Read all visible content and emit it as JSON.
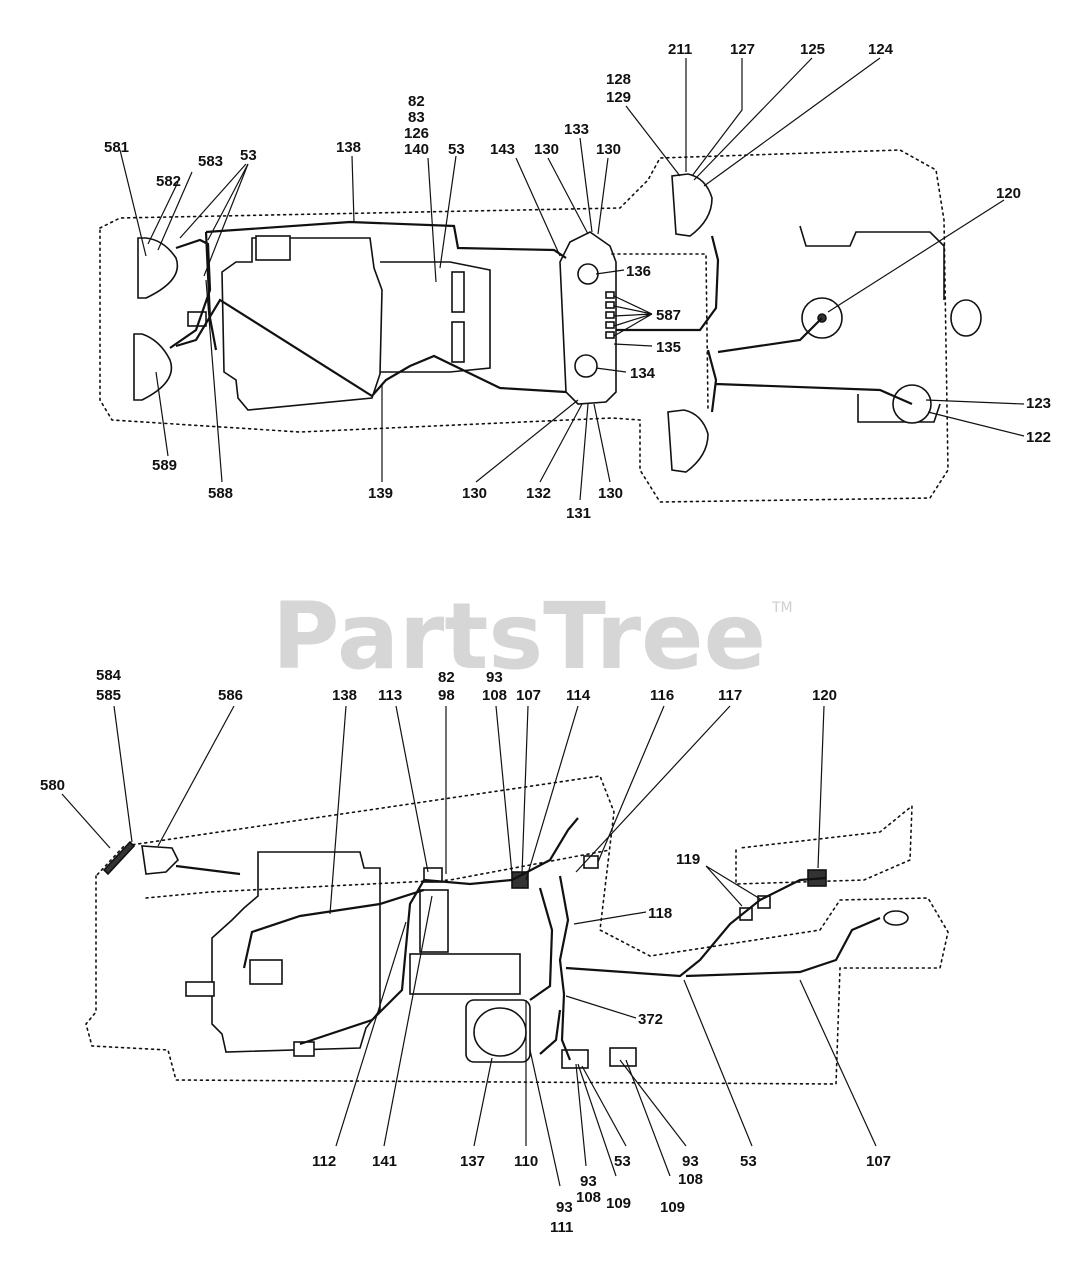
{
  "watermark": {
    "text": "PartsTree",
    "trademark": "TM"
  },
  "top_view_labels": {
    "l581": "581",
    "l582": "582",
    "l583": "583",
    "l53a": "53",
    "l138": "138",
    "l82": "82",
    "l83": "83",
    "l126": "126",
    "l140": "140",
    "l53b": "53",
    "l143": "143",
    "l130a": "130",
    "l133": "133",
    "l130b": "130",
    "l128": "128",
    "l129": "129",
    "l211": "211",
    "l127": "127",
    "l125": "125",
    "l124": "124",
    "l120": "120",
    "l136": "136",
    "l587": "587",
    "l135": "135",
    "l134": "134",
    "l123": "123",
    "l122": "122",
    "l589": "589",
    "l588": "588",
    "l139": "139",
    "l130c": "130",
    "l132": "132",
    "l131": "131",
    "l130d": "130"
  },
  "side_view_labels": {
    "l584": "584",
    "l585": "585",
    "l586": "586",
    "l580": "580",
    "l138": "138",
    "l113": "113",
    "l82": "82",
    "l98": "98",
    "l93a": "93",
    "l108a": "108",
    "l107a": "107",
    "l114": "114",
    "l116": "116",
    "l117": "117",
    "l120": "120",
    "l119": "119",
    "l118": "118",
    "l372": "372",
    "l112": "112",
    "l141": "141",
    "l137": "137",
    "l110": "110",
    "l93b": "93",
    "l111": "111",
    "l93c": "93",
    "l108b": "108",
    "l53a": "53",
    "l109a": "109",
    "l109b": "109",
    "l93d": "93",
    "l108c": "108",
    "l53b": "53",
    "l107b": "107"
  }
}
